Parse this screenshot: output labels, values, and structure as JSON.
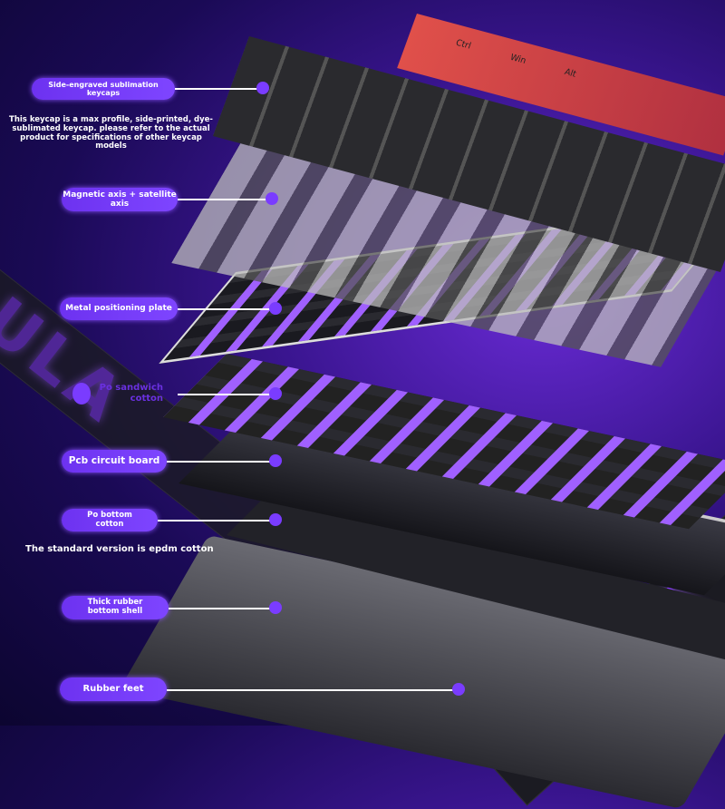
{
  "brand_logo": "AULA",
  "notes": {
    "keycap_note": "This keycap is a max profile, side-printed, dye-sublimated keycap. please refer to the actual product for specifications of other keycap models",
    "cotton_note": "The standard version is epdm cotton"
  },
  "labels": [
    {
      "text": "Side-engraved sublimation keycaps"
    },
    {
      "text": "Magnetic axis + satellite axis"
    },
    {
      "text": "Metal positioning plate"
    },
    {
      "text": "Po sandwich cotton"
    },
    {
      "text": "Pcb circuit board"
    },
    {
      "text": "Po bottom cotton"
    },
    {
      "text": "Thick rubber bottom shell"
    },
    {
      "text": "Rubber feet"
    }
  ],
  "keycap_legends": [
    "Ctrl",
    "Win",
    "Alt"
  ],
  "colors": {
    "accent": "#7a3cff",
    "keycap_red": "#e0504a",
    "background": "#2a0f80"
  }
}
